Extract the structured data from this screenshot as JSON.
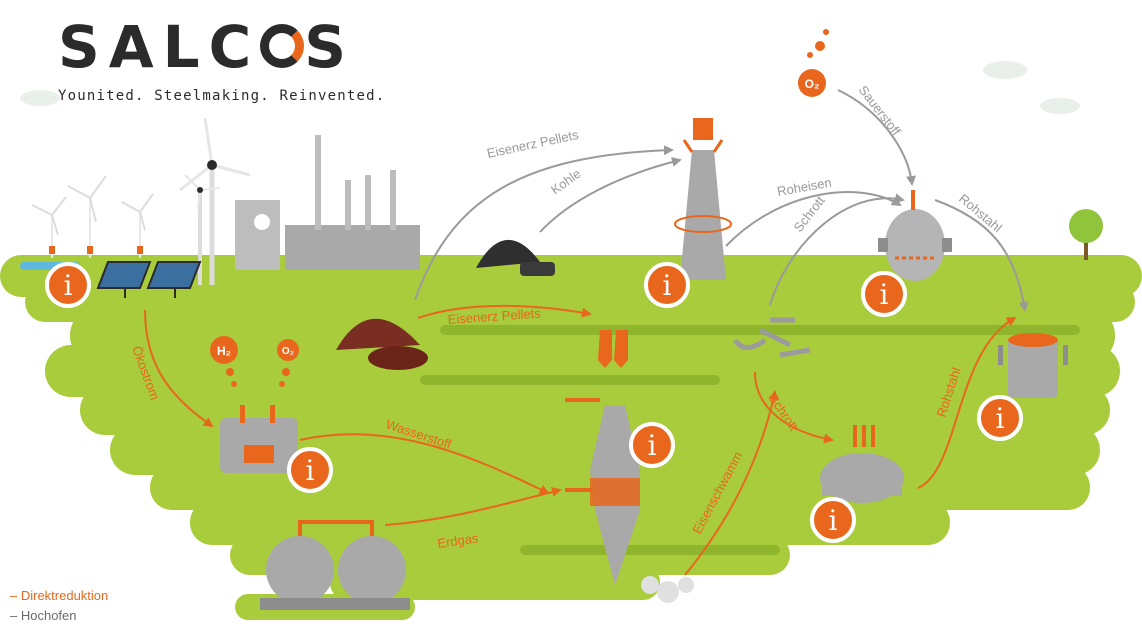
{
  "logo": {
    "brand_prefix": "SALC",
    "brand_suffix": "S",
    "tagline": "Younited. Steelmaking. Reinvented."
  },
  "colors": {
    "orange": "#e8671c",
    "grey_arrow": "#9a9a9a",
    "land": "#a8cc3c",
    "land_dark": "#8fb52c",
    "machine": "#9b9b9b",
    "dark_text": "#2b2b2b"
  },
  "chemicals": {
    "h2": "H₂",
    "o2": "O₂"
  },
  "info_icon_glyph": "i",
  "flows": {
    "oekostrom": "Ökostrom",
    "wasserstoff": "Wasserstoff",
    "erdgas": "Erdgas",
    "eisenerz_pellets_direct": "Eisenerz Pellets",
    "eisenerz_pellets_blast": "Eisenerz Pellets",
    "kohle": "Kohle",
    "roheisen": "Roheisen",
    "schrott_top": "Schrott",
    "sauerstoff": "Sauerstoff",
    "rohstahl_top": "Rohstahl",
    "schrott_bottom": "Schrott",
    "eisenschwamm": "Eisenschwamm",
    "rohstahl_bottom": "Rohstahl"
  },
  "legend": {
    "direktreduktion": "– Direktreduktion",
    "hochofen": "– Hochofen"
  }
}
